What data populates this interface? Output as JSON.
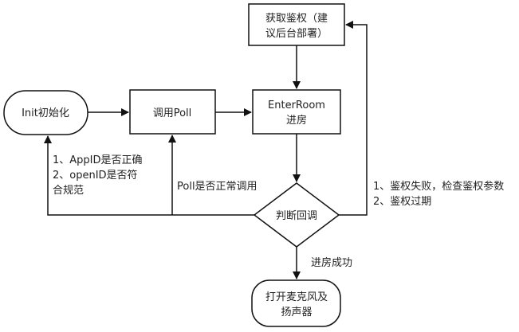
{
  "nodes": {
    "init": "Init初始化",
    "poll": "调用Poll",
    "enter_line1": "EnterRoom",
    "enter_line2": "进房",
    "auth_line1": "获取鉴权（建",
    "auth_line2": "议后台部署）",
    "judge": "判断回调",
    "open_line1": "打开麦克风及",
    "open_line2": "扬声器"
  },
  "labels": {
    "init_error_1": "1、AppID是否正确",
    "init_error_2": "2、openID是否符",
    "init_error_3": "合规范",
    "poll_error": "Poll是否正常调用",
    "auth_error_1": "1、鉴权失败，检查鉴权参数",
    "auth_error_2": "2、鉴权过期",
    "success": "进房成功"
  }
}
